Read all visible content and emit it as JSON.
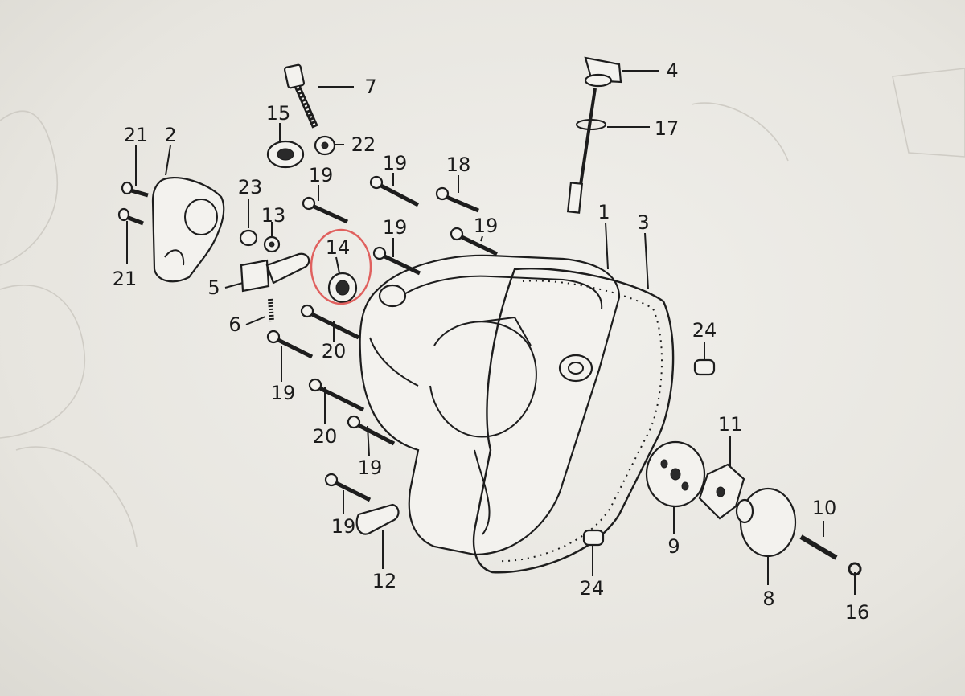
{
  "callouts": [
    {
      "id": "c4",
      "text": "4"
    },
    {
      "id": "c7",
      "text": "7"
    },
    {
      "id": "c17",
      "text": "17"
    },
    {
      "id": "c15",
      "text": "15"
    },
    {
      "id": "c22",
      "text": "22"
    },
    {
      "id": "c21a",
      "text": "21"
    },
    {
      "id": "c2",
      "text": "2"
    },
    {
      "id": "c19a",
      "text": "19"
    },
    {
      "id": "c19b",
      "text": "19"
    },
    {
      "id": "c18",
      "text": "18"
    },
    {
      "id": "c23",
      "text": "23"
    },
    {
      "id": "c13",
      "text": "13"
    },
    {
      "id": "c14",
      "text": "14"
    },
    {
      "id": "c19c",
      "text": "19"
    },
    {
      "id": "c19d",
      "text": "19"
    },
    {
      "id": "c1",
      "text": "1"
    },
    {
      "id": "c3",
      "text": "3"
    },
    {
      "id": "c21b",
      "text": "21"
    },
    {
      "id": "c5",
      "text": "5"
    },
    {
      "id": "c6",
      "text": "6"
    },
    {
      "id": "c20a",
      "text": "20"
    },
    {
      "id": "c24a",
      "text": "24"
    },
    {
      "id": "c19e",
      "text": "19"
    },
    {
      "id": "c20b",
      "text": "20"
    },
    {
      "id": "c11",
      "text": "11"
    },
    {
      "id": "c19f",
      "text": "19"
    },
    {
      "id": "c10",
      "text": "10"
    },
    {
      "id": "c19g",
      "text": "19"
    },
    {
      "id": "c9",
      "text": "9"
    },
    {
      "id": "c12",
      "text": "12"
    },
    {
      "id": "c24b",
      "text": "24"
    },
    {
      "id": "c8",
      "text": "8"
    },
    {
      "id": "c16",
      "text": "16"
    }
  ],
  "highlight": {
    "part": "14",
    "color": "#e0605e"
  },
  "colors": {
    "ink": "#1d1d1d",
    "paper": "#ecebe6"
  }
}
